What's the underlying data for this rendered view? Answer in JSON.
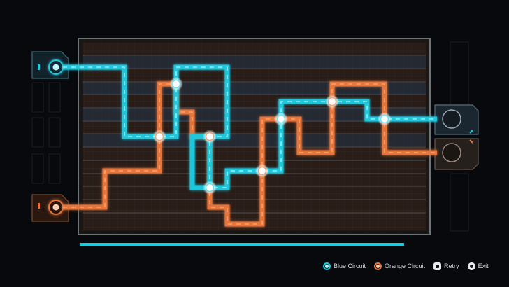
{
  "legend": {
    "blue_label": "Blue Circuit",
    "orange_label": "Orange Circuit",
    "retry_label": "Retry",
    "exit_label": "Exit"
  },
  "icons": {
    "blue": "blue-circuit-icon",
    "orange": "orange-circuit-icon",
    "retry": "square-button-icon",
    "exit": "circle-button-icon"
  },
  "colors": {
    "background": "#07090c",
    "board": "#2a1c16",
    "grid": "#3a5a70",
    "blue": "#1fc8dc",
    "orange": "#e8763a",
    "node": "#ffffff",
    "progress": "#1fc8dc"
  },
  "progress": 1.0
}
